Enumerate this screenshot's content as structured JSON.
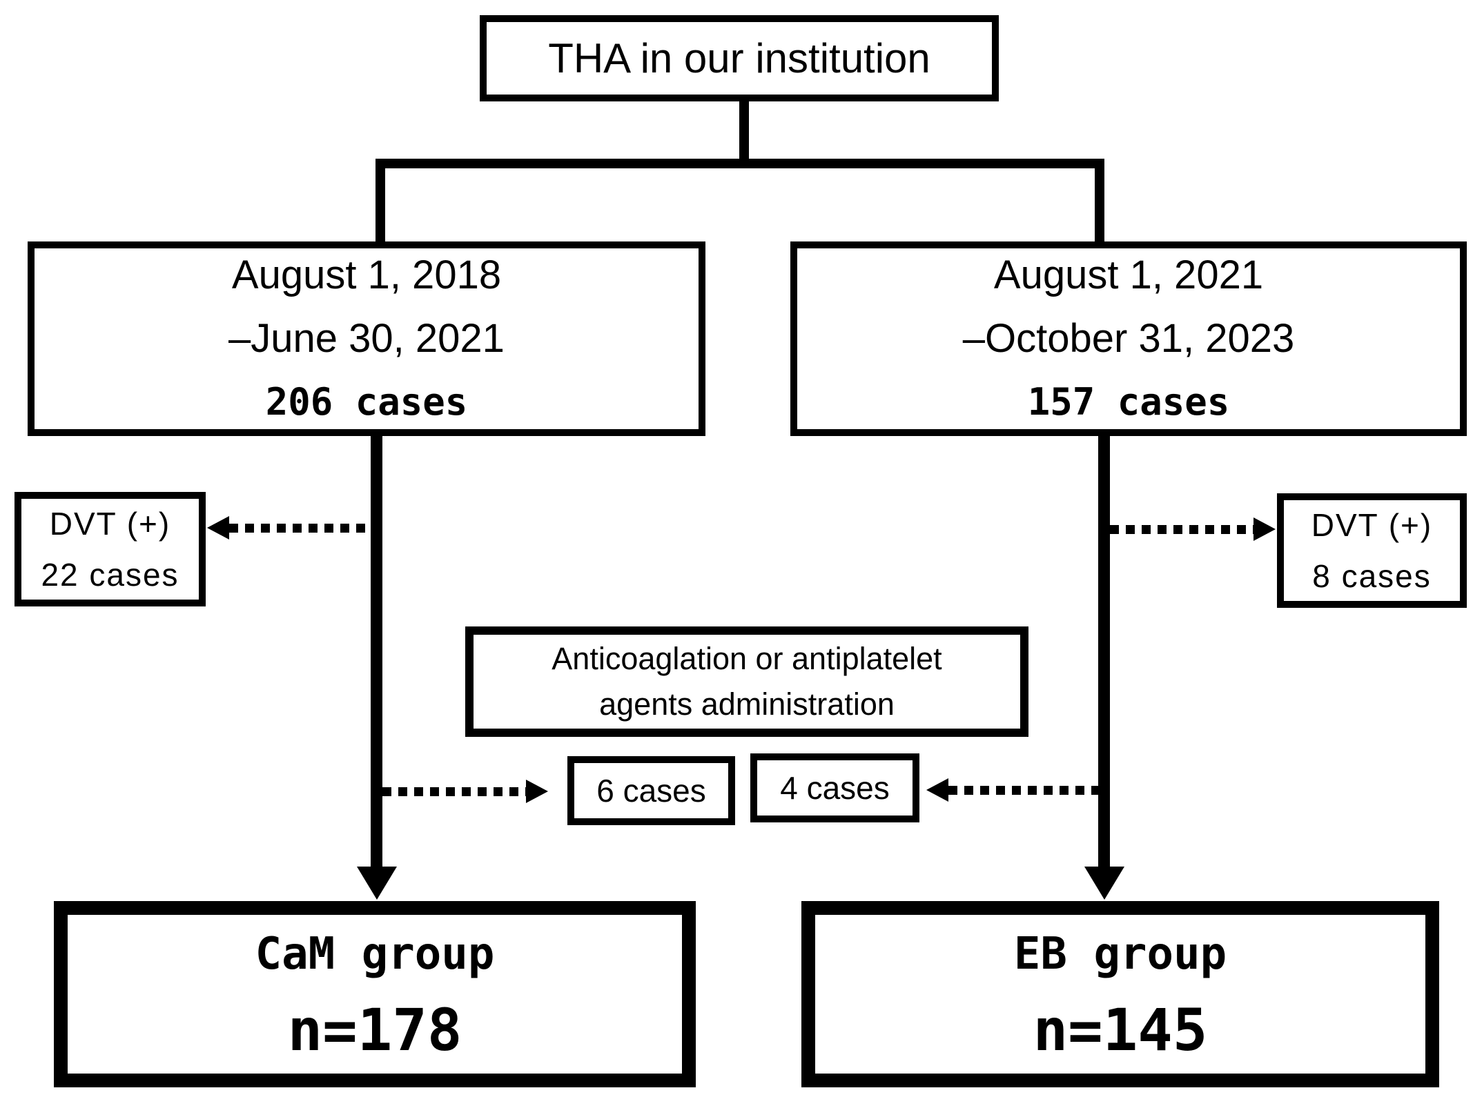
{
  "colors": {
    "ink": "#000000",
    "background": "#ffffff"
  },
  "top_box": {
    "label": "THA in our institution"
  },
  "left_branch": {
    "period_box": {
      "start": "August 1, 2018",
      "end": "–June 30, 2021",
      "count": "206 cases"
    },
    "dvt_box": {
      "title": "DVT (+)",
      "count": "22 cases"
    },
    "excluded_box": {
      "count": "6 cases"
    },
    "group_box": {
      "name": "CaM group",
      "n": "n=178"
    }
  },
  "right_branch": {
    "period_box": {
      "start": "August 1, 2021",
      "end": "–October 31, 2023",
      "count": "157 cases"
    },
    "dvt_box": {
      "title": "DVT (+)",
      "count": "8 cases"
    },
    "excluded_box": {
      "count": "4 cases"
    },
    "group_box": {
      "name": "EB group",
      "n": "n=145"
    }
  },
  "middle_box": {
    "line1": "Anticoaglation or antiplatelet",
    "line2": "agents administration"
  }
}
